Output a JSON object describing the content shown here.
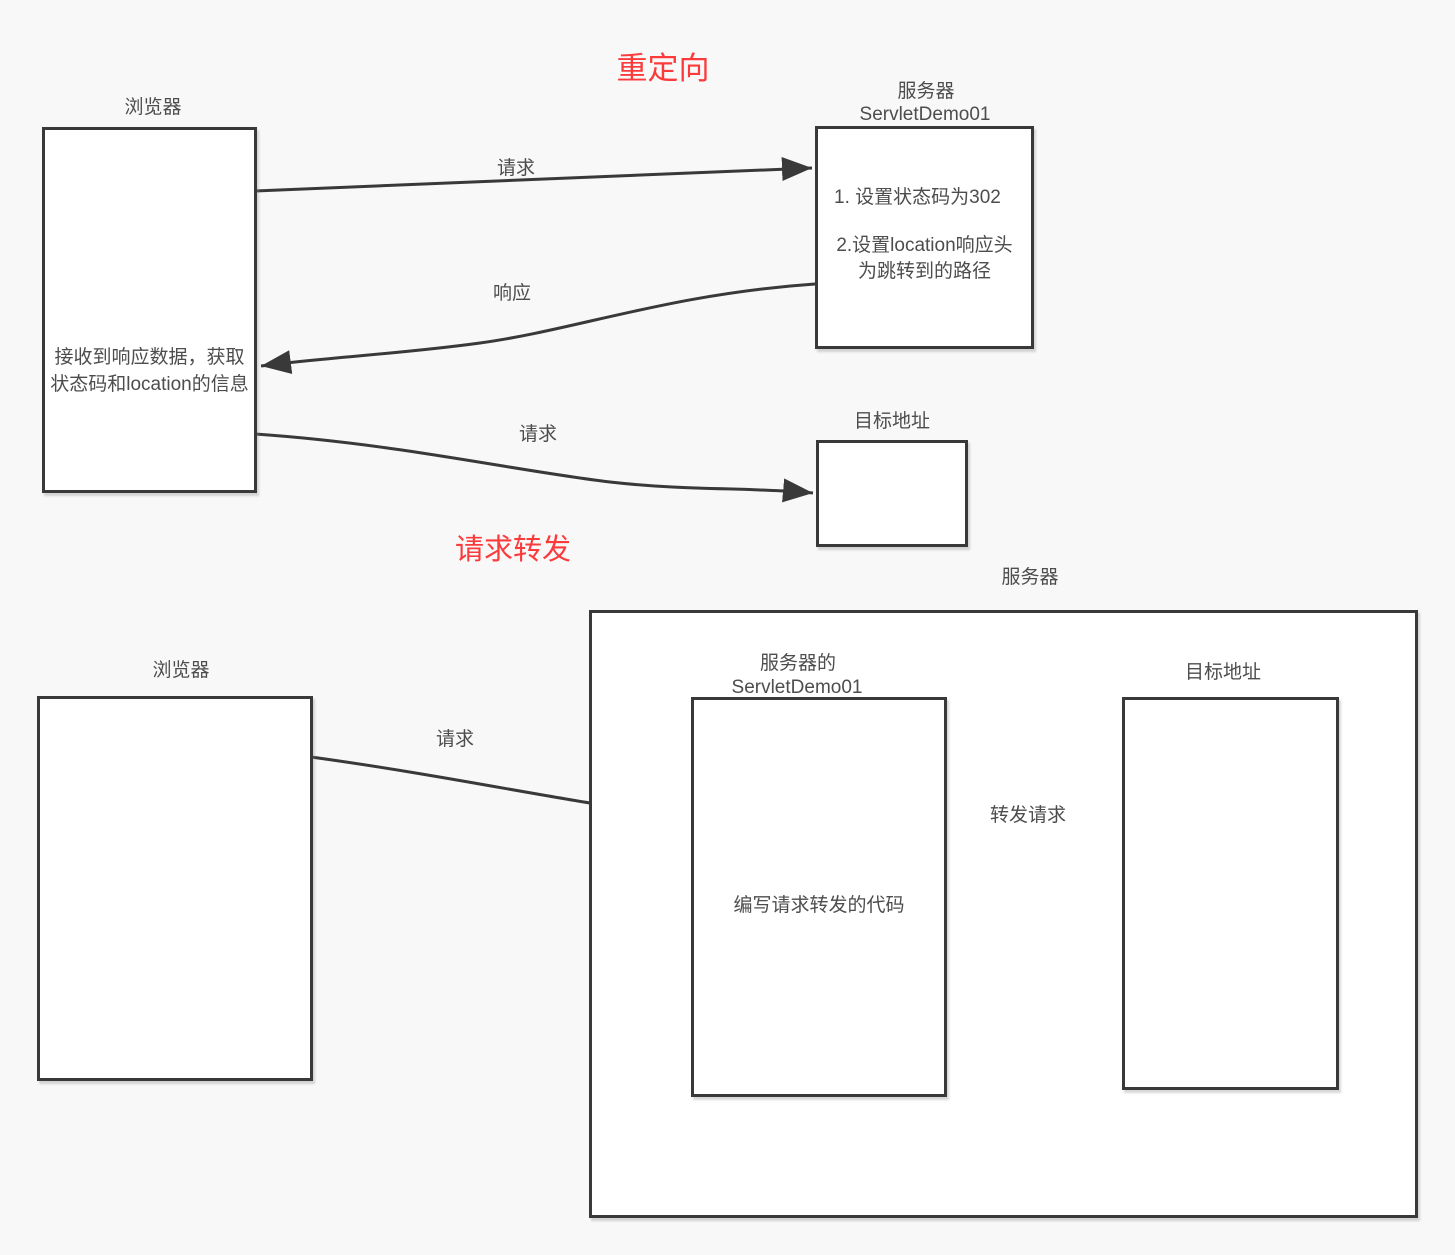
{
  "colors": {
    "background": "#f8f8f8",
    "line": "#393939",
    "accent_red": "#fb3b3b",
    "text": "#4d4d4d"
  },
  "redirect_section": {
    "title": "重定向",
    "browser": {
      "label": "浏览器",
      "note": "接收到响应数据，获取状态码和location的信息"
    },
    "server": {
      "label_line1": "服务器",
      "label_line2": "ServletDemo01",
      "step1": "1. 设置状态码为302",
      "step2": "2.设置location响应头为跳转到的路径"
    },
    "target": {
      "label": "目标地址"
    },
    "arrows": {
      "request_label": "请求",
      "response_label": "响应",
      "request2_label": "请求"
    }
  },
  "forward_section": {
    "title": "请求转发",
    "server_label": "服务器",
    "browser": {
      "label": "浏览器"
    },
    "servlet": {
      "label_line1": "服务器的",
      "label_line2": "ServletDemo01",
      "note": "编写请求转发的代码"
    },
    "target": {
      "label": "目标地址"
    },
    "arrows": {
      "request_label": "请求",
      "forward_label": "转发请求"
    }
  }
}
